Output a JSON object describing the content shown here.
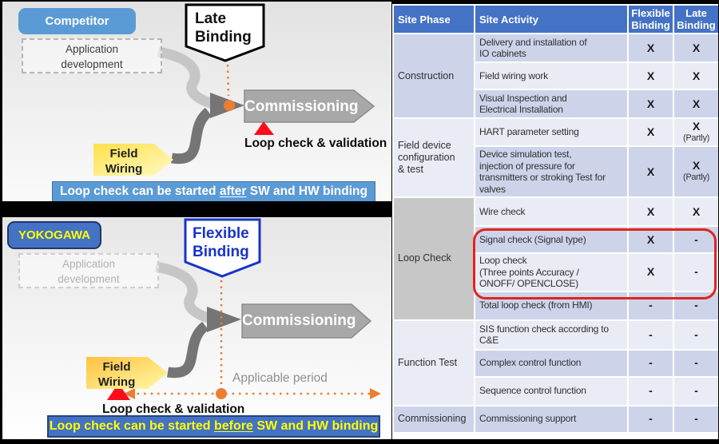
{
  "colors": {
    "header_blue": "#4472c4",
    "light_blue": "#5b9bd5",
    "row_lavender": "#cdd4ea",
    "row_light": "#e9ebf5",
    "phase_gray": "#c7c7c7",
    "orange": "#ed7d31",
    "red": "#ff0f0f",
    "yellow": "#ffff00",
    "dark_gray_flow": "#757575",
    "light_gray_flow": "#c6c6c6"
  },
  "competitor_panel": {
    "badge": "Competitor",
    "binding_tag": "Late\nBinding",
    "app_box": "Application\ndevelopment",
    "field_box": "Field\nWiring",
    "commissioning": "Commissioning",
    "loop_note": "Loop check & validation",
    "banner": {
      "prefix": "Loop check can be started ",
      "underlined": "after",
      "suffix": " SW and HW binding"
    }
  },
  "yokogawa_panel": {
    "badge": "YOKOGAWA",
    "binding_tag": "Flexible\nBinding",
    "app_box": "Application\ndevelopment",
    "field_box": "Field\nWiring",
    "commissioning": "Commissioning",
    "applicable_period": "Applicable period",
    "loop_note": "Loop check & validation",
    "banner": {
      "prefix": "Loop check can be started ",
      "underlined": "before",
      "suffix": " SW and HW binding"
    }
  },
  "table": {
    "headers": {
      "phase": "Site Phase",
      "activity": "Site Activity",
      "flexible": "Flexible\nBinding",
      "late": "Late\nBinding"
    },
    "groups": [
      {
        "phase": "Construction",
        "rows": [
          {
            "activity": "Delivery and installation of\nIO cabinets",
            "flexible": "X",
            "late": "X"
          },
          {
            "activity": "Field wiring work",
            "flexible": "X",
            "late": "X"
          },
          {
            "activity": "Visual Inspection and\nElectrical Installation",
            "flexible": "X",
            "late": "X"
          }
        ]
      },
      {
        "phase": "Field device\nconfiguration\n& test",
        "rows": [
          {
            "activity": "HART parameter setting",
            "flexible": "X",
            "late": "X",
            "late_note": "(Partly)"
          },
          {
            "activity": "Device simulation test,\ninjection of pressure for\ntransmitters or stroking Test for\nvalves",
            "flexible": "X",
            "late": "X",
            "late_note": "(Partly)"
          }
        ]
      },
      {
        "phase": "Loop Check",
        "rows": [
          {
            "activity": "Wire check",
            "flexible": "X",
            "late": "X"
          },
          {
            "activity": "Signal check (Signal type)",
            "flexible": "X",
            "late": "-"
          },
          {
            "activity": "Loop check\n(Three points Accuracy /\nONOFF/ OPENCLOSE)",
            "flexible": "X",
            "late": "-"
          },
          {
            "activity": "Total loop check (from HMI)",
            "flexible": "-",
            "late": "-"
          }
        ]
      },
      {
        "phase": "Function Test",
        "rows": [
          {
            "activity": "SIS function check according to\nC&E",
            "flexible": "-",
            "late": "-"
          },
          {
            "activity": "Complex control function",
            "flexible": "-",
            "late": "-"
          },
          {
            "activity": "Sequence control function",
            "flexible": "-",
            "late": "-"
          }
        ]
      },
      {
        "phase": "Commissioning",
        "rows": [
          {
            "activity": "Commissioning support",
            "flexible": "-",
            "late": "-"
          }
        ]
      }
    ]
  }
}
